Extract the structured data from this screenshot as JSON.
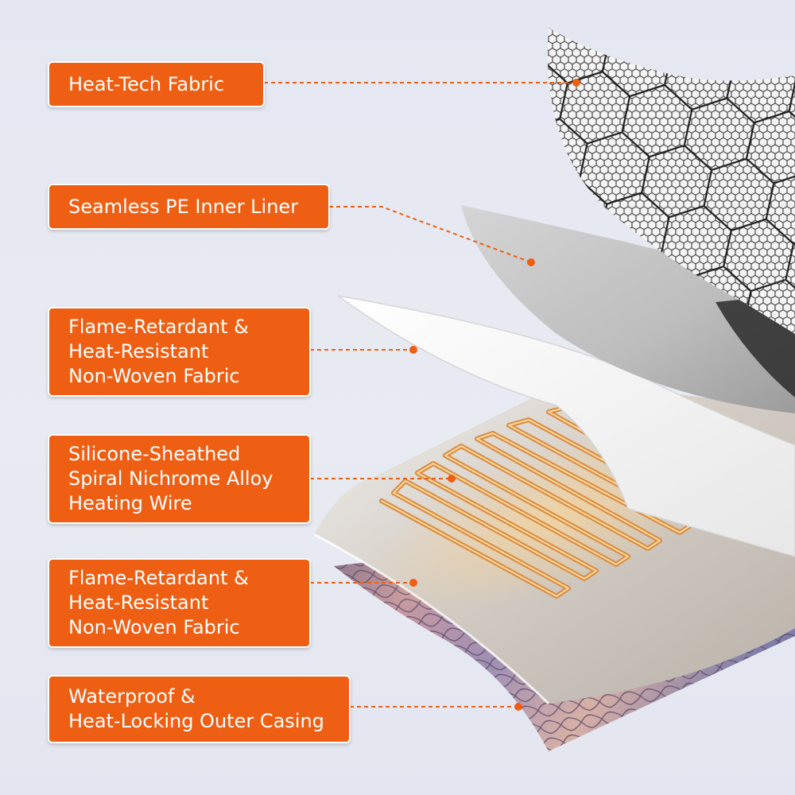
{
  "colors": {
    "accent": "#ef5f13",
    "label_text": "#ffffff",
    "leader_line": "#ef5f13",
    "heating_wire": "#d98a3c"
  },
  "layers": [
    {
      "label": "Heat-Tech Fabric"
    },
    {
      "label": "Seamless PE Inner Liner"
    },
    {
      "label": "Flame-Retardant &\nHeat-Resistant\nNon-Woven Fabric"
    },
    {
      "label": "Silicone-Sheathed\nSpiral Nichrome Alloy\nHeating Wire"
    },
    {
      "label": "Flame-Retardant &\nHeat-Resistant\nNon-Woven Fabric"
    },
    {
      "label": "Waterproof &\nHeat-Locking Outer Casing"
    }
  ]
}
